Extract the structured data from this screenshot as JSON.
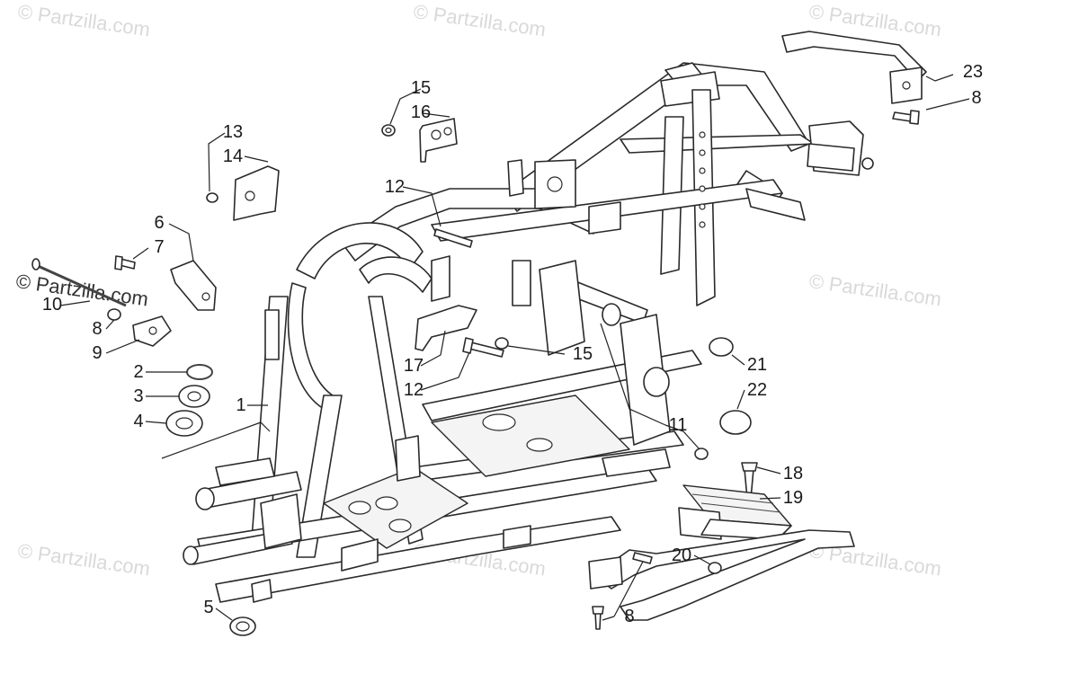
{
  "watermark": {
    "text": "© Partzilla.com"
  },
  "callouts": {
    "c1": "1",
    "c2": "2",
    "c3": "3",
    "c4": "4",
    "c5": "5",
    "c6": "6",
    "c7": "7",
    "c8a": "8",
    "c8b": "8",
    "c8c": "8",
    "c9": "9",
    "c10": "10",
    "c11": "11",
    "c12a": "12",
    "c12b": "12",
    "c13": "13",
    "c14": "14",
    "c15a": "15",
    "c15b": "15",
    "c16": "16",
    "c17": "17",
    "c18": "18",
    "c19": "19",
    "c20": "20",
    "c21": "21",
    "c22": "22",
    "c23": "23"
  },
  "colors": {
    "line": "#222222",
    "watermark": "#d9d9d9",
    "background": "#ffffff"
  }
}
